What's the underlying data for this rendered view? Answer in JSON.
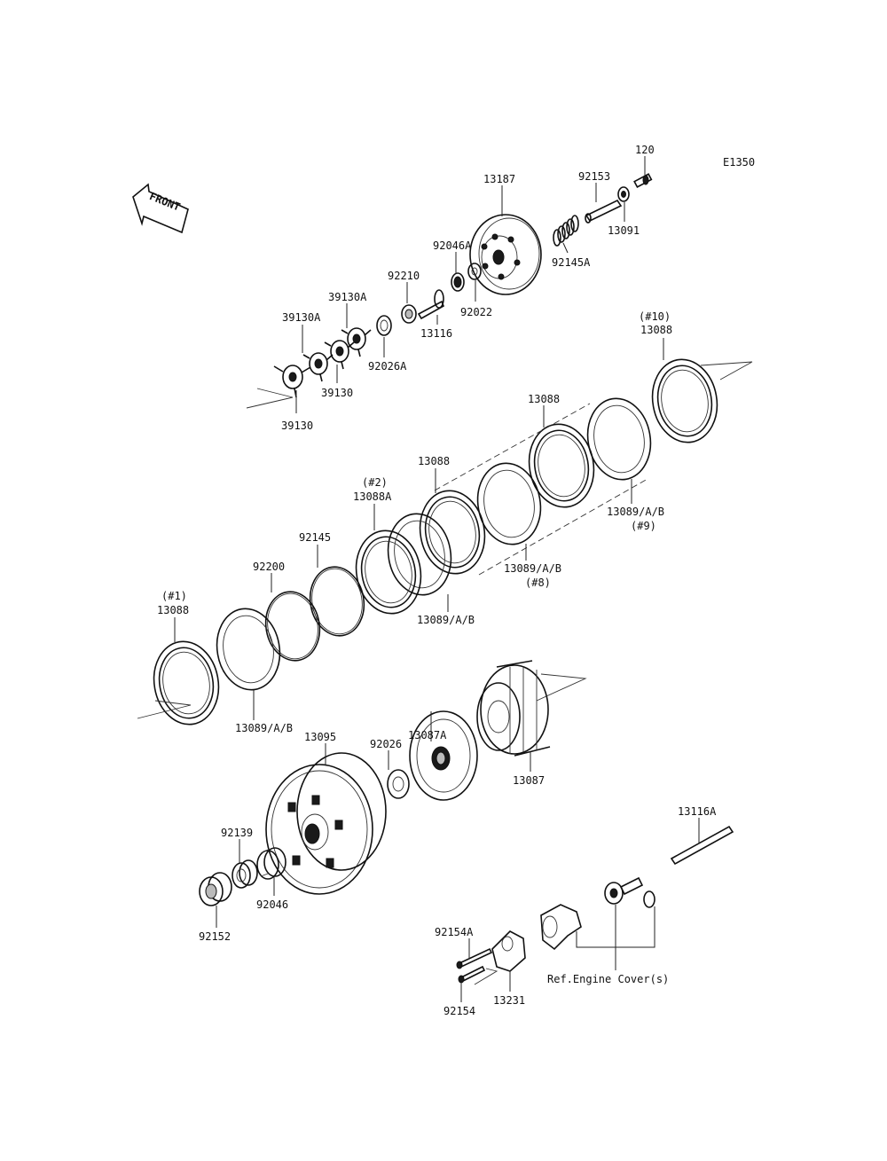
{
  "diagram": {
    "code": "E1350",
    "front_label": "FRONT",
    "ref_label": "Ref.Engine Cover(s)"
  },
  "labels": [
    "120",
    "92153",
    "13091",
    "13187",
    "92145A",
    "92046A",
    "92210",
    "92022",
    "13116",
    "39130A",
    "39130A",
    "92026A",
    "39130",
    "39130",
    "(#10)",
    "13088",
    "13088",
    "13089/A/B",
    "(#9)",
    "13088",
    "13089/A/B",
    "(#8)",
    "(#2)",
    "13088A",
    "13089/A/B",
    "92145",
    "92200",
    "(#1)",
    "13088",
    "13089/A/B",
    "13087A",
    "13087",
    "92026",
    "13095",
    "92139",
    "92046",
    "92152",
    "13116A",
    "92154A",
    "92154",
    "13231"
  ]
}
